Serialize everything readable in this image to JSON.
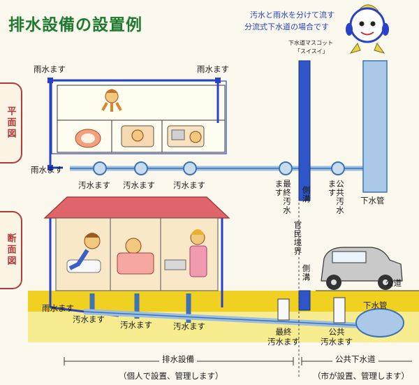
{
  "title": "排水設備の設置例",
  "subtitle": {
    "line1": "汚水と雨水を分けて流す",
    "line2": "分流式下水道の場合です"
  },
  "mascot": {
    "caption1": "下水道マスコット",
    "caption2": "「スイスイ」"
  },
  "sections": {
    "plan": "平面図",
    "section": "断面図"
  },
  "plan_view": {
    "rain_left_top": "雨水ます",
    "rain_center_top": "雨水ます",
    "rain_left_bottom": "雨水ます",
    "sewage_1": "汚水ます",
    "sewage_2": "汚水ます",
    "sewage_3": "汚水ます",
    "final_sewage": "最終汚水ます",
    "side_ditch": "側溝",
    "public_sewage": "公共汚水ます",
    "sewer_pipe": "下水管"
  },
  "section_view": {
    "boundary": "官民境界",
    "side_ditch": "側溝",
    "road": "公道",
    "sewer_pipe": "下水管",
    "rain": "雨水ます",
    "sewage_1": "汚水ます",
    "sewage_2": "汚水ます",
    "sewage_3": "汚水ます",
    "final_sewage": "最終汚水ます",
    "public_sewage": "公共汚水ます"
  },
  "bottom": {
    "drainage": "排水設備",
    "drainage_note": "（個人で設置、管理します）",
    "public_sewer": "公共下水道",
    "public_note": "（市が設置、管理します）"
  },
  "colors": {
    "title_green": "#1e7a2e",
    "pipe_blue": "#2741c9",
    "roof_pink": "#e0656a",
    "ground": "#f0d020",
    "section_red": "#b23a3a"
  },
  "icons": [
    "mascot-icon",
    "child-icon",
    "bathtub-icon",
    "toilet-icon",
    "sink-icon",
    "car-icon"
  ]
}
